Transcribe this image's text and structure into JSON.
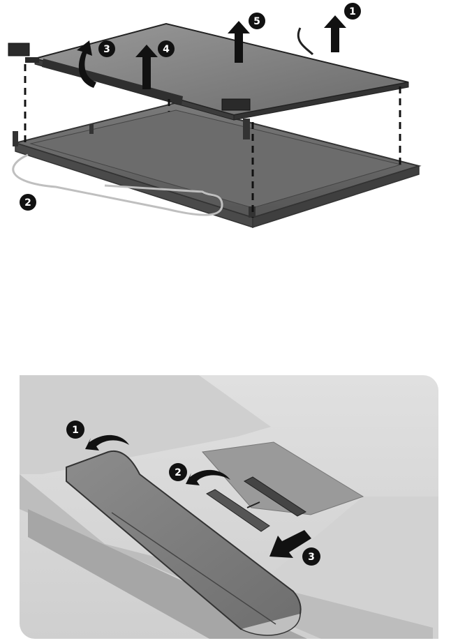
{
  "figure_top": {
    "callouts": {
      "c1": "1",
      "c2": "2",
      "c3": "3",
      "c4": "4",
      "c5": "5"
    }
  },
  "figure_bottom": {
    "callouts": {
      "c1": "1",
      "c2": "2",
      "c3": "3"
    }
  },
  "colors": {
    "panel_dark": "#5b5b5b",
    "panel_mid": "#8a8a8a",
    "panel_light": "#c9c9c9",
    "callout": "#111111",
    "arrow": "#111111",
    "background": "#ffffff"
  }
}
